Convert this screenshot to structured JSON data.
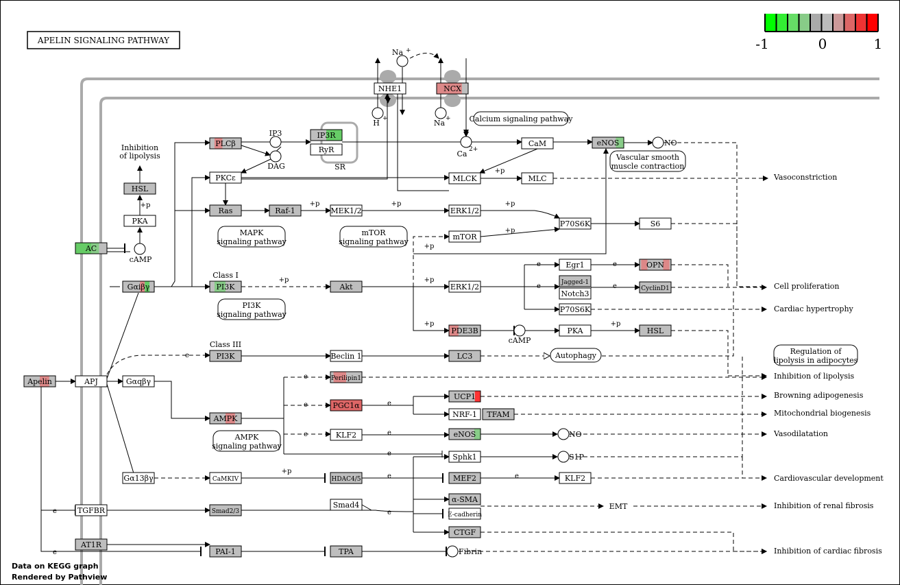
{
  "title": "APELIN SIGNALING PATHWAY",
  "legend": {
    "ticks": [
      "-1",
      "0",
      "1"
    ],
    "colors": [
      "#00ff00",
      "#33ee33",
      "#66dd66",
      "#88cc88",
      "#aaaaaa",
      "#bbbbbb",
      "#cc9999",
      "#dd6666",
      "#ee3333",
      "#ff0000"
    ]
  },
  "footer": {
    "line1": "Data on KEGG graph",
    "line2": "Rendered by Pathview"
  },
  "colors": {
    "membrane": "#aaaaaa",
    "gray_node": "#bebebe",
    "white_node": "#ffffff",
    "green": "#66cc66",
    "red": "#ff3333",
    "pink": "#dd8888"
  },
  "nodes": {
    "ac": "AC",
    "galphabeta": "Gαiβγ",
    "apelin": "Apelin",
    "apj": "APJ",
    "gq": "Gαqβγ",
    "g13": "Gα13βγ",
    "tgfbr": "TGFBR",
    "at1r": "AT1R",
    "hsl1": "HSL",
    "pka1": "PKA",
    "plcb": "PLCβ",
    "pkce": "PKCε",
    "ras": "Ras",
    "raf1": "Raf-1",
    "mek12": "MEK1/2",
    "erk12a": "ERK1/2",
    "p70a": "P70S6K",
    "s6": "S6",
    "mtor": "mTOR",
    "pi3k1": "PI3K",
    "akt": "Akt",
    "erk12b": "ERK1/2",
    "egr1": "Egr1",
    "opn": "OPN",
    "jagged": "Jagged-1",
    "notch3": "Notch3",
    "cyclind1": "CyclinD1",
    "p70b": "P70S6K",
    "pde3b": "PDE3B",
    "pka2": "PKA",
    "hsl2": "HSL",
    "pi3k3": "PI3K",
    "beclin": "Beclin 1",
    "lc3": "LC3",
    "perilipin": "Perilipin1",
    "pgc1a": "PGC1α",
    "ucp1": "UCP1",
    "nrf1": "NRF-1",
    "tfam": "TFAM",
    "klf2a": "KLF2",
    "enos2": "eNOS",
    "ampk": "AMPK",
    "sphk1": "Sphk1",
    "camkiv": "CaMKIV",
    "hdac": "HDAC4/5",
    "mef2": "MEF2",
    "klf2b": "KLF2",
    "smad23": "Smad2/3",
    "smad4": "Smad4",
    "asma": "α-SMA",
    "ecad": "E-cadherin",
    "ctgf": "CTGF",
    "pai1": "PAI-1",
    "tpa": "TPA",
    "nhe1": "NHE1",
    "ncx": "NCX",
    "ip3r": "IP3R",
    "ryr": "RyR",
    "cam": "CaM",
    "enos1": "eNOS",
    "mlck": "MLCK",
    "mlc": "MLC"
  },
  "compounds": {
    "ip3": "IP3",
    "dag": "DAG",
    "camp1": "cAMP",
    "camp2": "cAMP",
    "no1": "NO",
    "no2": "NO",
    "s1p": "S1P",
    "fibrin": "Fibrin",
    "na_top": "Na",
    "na_bot": "Na",
    "h": "H",
    "ca": "Ca",
    "plus": "+",
    "twoplus": "2+"
  },
  "labels": {
    "inhib_lipolysis_top_1": "Inhibition",
    "inhib_lipolysis_top_2": "of lipolysis",
    "class1": "Class I",
    "class3": "Class III",
    "sr": "SR",
    "calcium_pathway": "Calcium signaling pathway",
    "vascular_1": "Vascular smooth",
    "vascular_2": "muscle contraction",
    "mapk_1": "MAPK",
    "mapk_2": "signaling pathway",
    "mtor_1": "mTOR",
    "mtor_2": "signaling pathway",
    "pi3k_1": "PI3K",
    "pi3k_2": "signaling pathway",
    "ampk_1": "AMPK",
    "ampk_2": "signaling pathway",
    "autophagy": "Autophagy",
    "emt": "EMT",
    "e": "e",
    "p": "+p"
  },
  "outputs": {
    "vasoconstriction": "Vasoconstriction",
    "cell_prolif": "Cell proliferation",
    "cardiac_hyp": "Cardiac hypertrophy",
    "reg_lipo_1": "Regulation of",
    "reg_lipo_2": "lipolysis in adipocytes",
    "inhib_lipo": "Inhibition of lipolysis",
    "browning": "Browning adipogenesis",
    "mito": "Mitochondrial biogenesis",
    "vasodil": "Vasodilatation",
    "cardio_dev": "Cardiovascular development",
    "renal": "Inhibition of renal fibrosis",
    "cardiac_fib": "Inhibition of cardiac fibrosis"
  }
}
